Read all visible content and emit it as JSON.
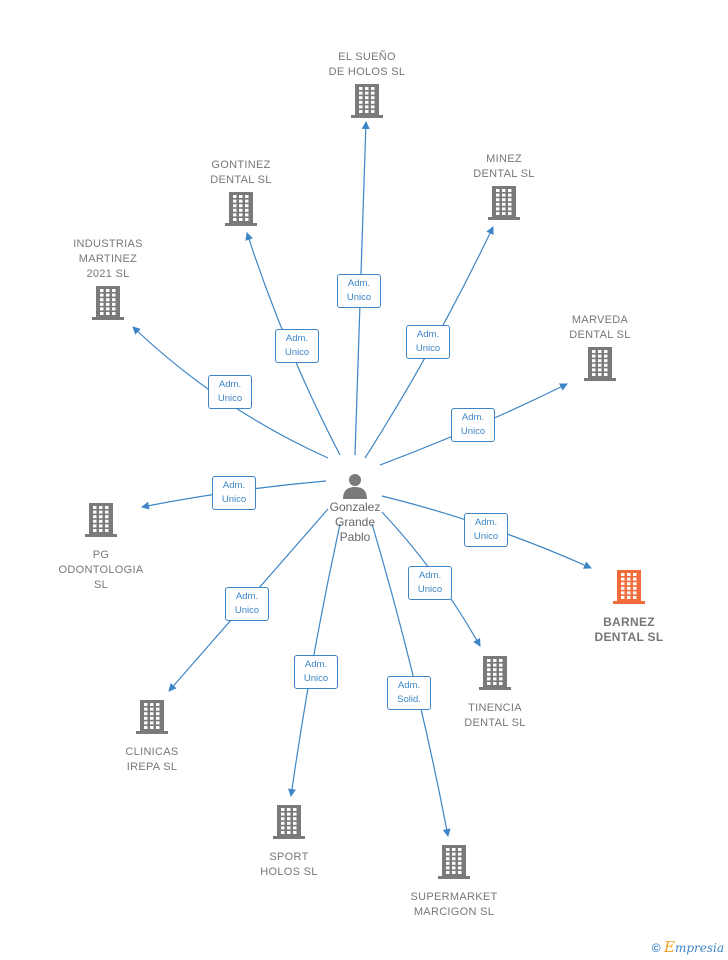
{
  "colors": {
    "line": "#3d85c6",
    "building": "#7a7a7a",
    "highlight": "#f26b3a",
    "text": "#777777"
  },
  "person": {
    "name_lines": [
      "Gonzalez",
      "Grande",
      "Pablo"
    ],
    "icon": "person-icon"
  },
  "companies": [
    {
      "id": "el-sueno",
      "lines": [
        "EL SUEÑO",
        "DE HOLOS SL"
      ],
      "highlight": false
    },
    {
      "id": "gontinez",
      "lines": [
        "GONTINEZ",
        "DENTAL  SL"
      ],
      "highlight": false
    },
    {
      "id": "minez",
      "lines": [
        "MINEZ",
        "DENTAL  SL"
      ],
      "highlight": false
    },
    {
      "id": "industrias",
      "lines": [
        "INDUSTRIAS",
        "MARTINEZ",
        "2021  SL"
      ],
      "highlight": false
    },
    {
      "id": "marveda",
      "lines": [
        "MARVEDA",
        "DENTAL  SL"
      ],
      "highlight": false
    },
    {
      "id": "pg",
      "lines": [
        "PG",
        "ODONTOLOGIA",
        "SL"
      ],
      "highlight": false
    },
    {
      "id": "barnez",
      "lines": [
        "BARNEZ",
        "DENTAL  SL"
      ],
      "highlight": true
    },
    {
      "id": "tinencia",
      "lines": [
        "TINENCIA",
        "DENTAL  SL"
      ],
      "highlight": false
    },
    {
      "id": "clinicas",
      "lines": [
        "CLINICAS",
        "IREPA  SL"
      ],
      "highlight": false
    },
    {
      "id": "sport",
      "lines": [
        "SPORT",
        "HOLOS  SL"
      ],
      "highlight": false
    },
    {
      "id": "supermarket",
      "lines": [
        "SUPERMARKET",
        "MARCIGON  SL"
      ],
      "highlight": false
    }
  ],
  "roles": [
    {
      "target": "el-sueno",
      "lines": [
        "Adm.",
        "Unico"
      ]
    },
    {
      "target": "gontinez",
      "lines": [
        "Adm.",
        "Unico"
      ]
    },
    {
      "target": "minez",
      "lines": [
        "Adm.",
        "Unico"
      ]
    },
    {
      "target": "industrias",
      "lines": [
        "Adm.",
        "Unico"
      ]
    },
    {
      "target": "marveda",
      "lines": [
        "Adm.",
        "Unico"
      ]
    },
    {
      "target": "pg",
      "lines": [
        "Adm.",
        "Unico"
      ]
    },
    {
      "target": "barnez",
      "lines": [
        "Adm.",
        "Unico"
      ]
    },
    {
      "target": "tinencia",
      "lines": [
        "Adm.",
        "Unico"
      ]
    },
    {
      "target": "clinicas",
      "lines": [
        "Adm.",
        "Unico"
      ]
    },
    {
      "target": "sport",
      "lines": [
        "Adm.",
        "Unico"
      ]
    },
    {
      "target": "supermarket",
      "lines": [
        "Adm.",
        "Solid."
      ]
    }
  ],
  "footer": {
    "copyright": "©",
    "brand_initial": "E",
    "brand_rest": "mpresia"
  }
}
